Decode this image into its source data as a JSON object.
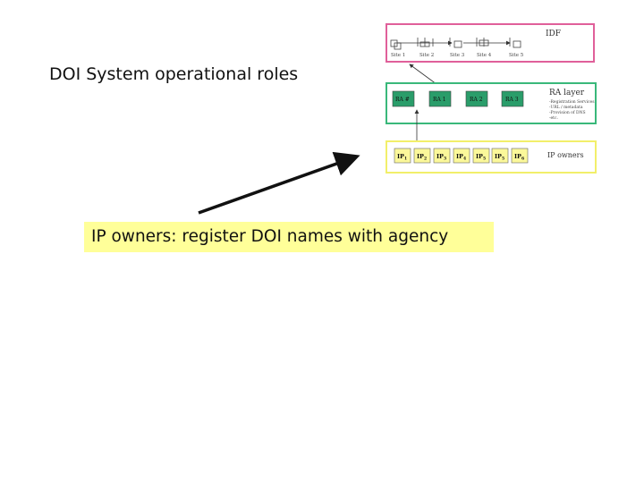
{
  "slide": {
    "title": "DOI System operational roles",
    "callout": "IP owners: register DOI names with agency"
  },
  "diagram": {
    "idf": {
      "label": "IDF",
      "sites": [
        "Site 1",
        "Site 2",
        "Site 3",
        "Site 4",
        "Site 5"
      ],
      "border_color": "#e0609a"
    },
    "ra_layer": {
      "label": "RA layer",
      "agencies": [
        "RA #",
        "RA 1",
        "RA 2",
        "RA 3"
      ],
      "notes": [
        "-Registration Services",
        "-URL / metadata",
        "-Provision of DNS",
        "-etc."
      ],
      "border_color": "#39b87a",
      "box_color": "#2a9d6a"
    },
    "ip_layer": {
      "label": "IP owners",
      "owners": [
        "IP",
        "IP",
        "IP",
        "IP",
        "IP",
        "IP",
        "IP"
      ],
      "subscripts": [
        "1",
        "2",
        "3",
        "4",
        "5",
        "5",
        "6"
      ],
      "border_color": "#f2ef6a",
      "box_color": "#fbf89a"
    }
  }
}
